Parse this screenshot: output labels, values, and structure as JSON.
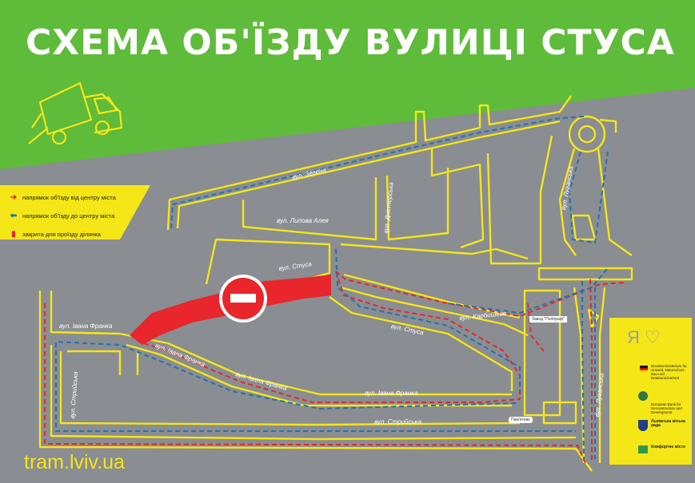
{
  "title": "СХЕМА ОБ'ЇЗДУ ВУЛИЦІ СТУСА",
  "website": "tram.lviv.ua",
  "legend": [
    {
      "text": "напрямок об'їзду від центру міста",
      "color": "#e8262b",
      "icon": "arrow-right-icon"
    },
    {
      "text": "напрямок об'їзду до центру міста",
      "color": "#1f73b7",
      "icon": "arrow-left-icon"
    },
    {
      "text": "закрита для проїзду ділянка",
      "color": "#e8262b",
      "icon": "closed-section-icon"
    }
  ],
  "streets": {
    "zelena": "вул. Зелена",
    "dnisterska": "вул. Дністерська",
    "lypova": "вул. Липова Алея",
    "stusa_top": "вул. Стуса",
    "stusa_low": "вул. Стуса",
    "karbysheva": "вул. Карбишева",
    "franka_left": "вул. Івана Франка",
    "franka_diag1": "вул. Івана Франка",
    "franka_diag2": "вул. Івана Франка",
    "franka_bottom": "вул. Івана Франка",
    "stryiska_left": "вул. Стрийська",
    "stryiska_bottom": "вул. Стрийська",
    "luhanska_top": "вул. Луганська",
    "luhanska_right": "вул. Луганська"
  },
  "landmarks": {
    "polytechnic": "Завод \"Поліграф\"",
    "pamyatnyk": "Пам'ятник"
  },
  "sponsors": [
    "Bundesministerium für Umwelt, Naturschutz, Bau und Reaktorsicherheit",
    "European Bank for Reconstruction and Development",
    "Львівська міська рада",
    "Комфортне місто"
  ],
  "colors": {
    "green": "#5fbb3a",
    "gray": "#8a8d91",
    "yellow": "#f5e617",
    "red": "#e8262b",
    "blue": "#1f73b7",
    "white": "#ffffff"
  }
}
